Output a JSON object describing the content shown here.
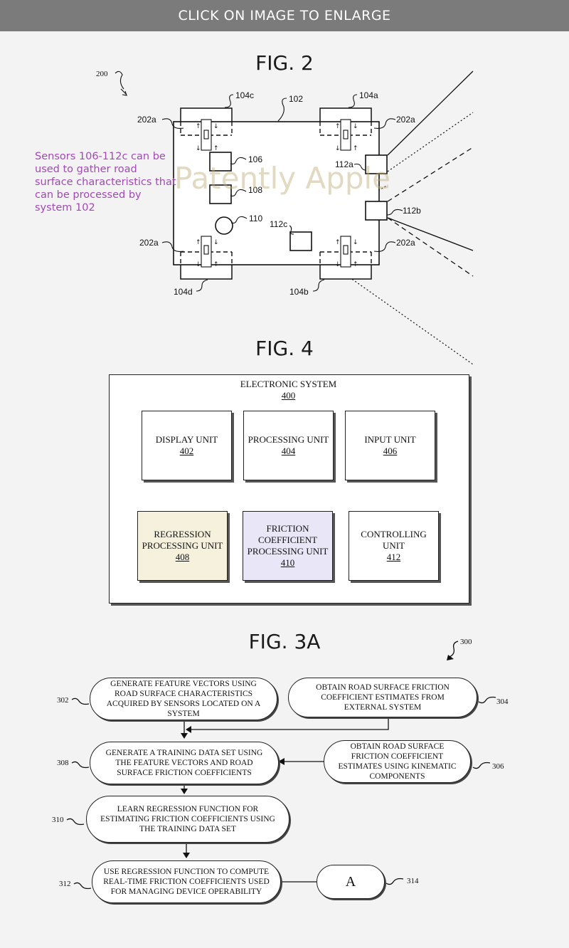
{
  "banner": {
    "text": "CLICK ON IMAGE TO ENLARGE"
  },
  "fig2": {
    "title": "FIG. 2",
    "annotation": "Sensors 106-112c can be used to gather road surface characteristics that can be processed by system 102",
    "watermark": "Patently Apple",
    "labels": {
      "l200": "200",
      "l102": "102",
      "l104a": "104a",
      "l104b": "104b",
      "l104c": "104c",
      "l104d": "104d",
      "l106": "106",
      "l108": "108",
      "l110": "110",
      "l112a": "112a",
      "l112b": "112b",
      "l112c": "112c",
      "l202a_tl": "202a",
      "l202a_tr": "202a",
      "l202a_bl": "202a",
      "l202a_br": "202a"
    }
  },
  "fig4": {
    "title": "FIG. 4",
    "system_name": "ELECTRONIC SYSTEM",
    "system_ref": "400",
    "units": [
      {
        "name": "DISPLAY UNIT",
        "ref": "402",
        "color": "#ffffff"
      },
      {
        "name": "PROCESSING UNIT",
        "ref": "404",
        "color": "#ffffff"
      },
      {
        "name": "INPUT UNIT",
        "ref": "406",
        "color": "#ffffff"
      },
      {
        "name": "REGRESSION PROCESSING UNIT",
        "ref": "408",
        "color": "#f5f1dc"
      },
      {
        "name": "FRICTION COEFFICIENT PROCESSING UNIT",
        "ref": "410",
        "color": "#e9e6f7"
      },
      {
        "name": "CONTROLLING UNIT",
        "ref": "412",
        "color": "#ffffff"
      }
    ]
  },
  "fig3a": {
    "title": "FIG. 3A",
    "ref": "300",
    "steps": [
      {
        "ref": "302",
        "text": "GENERATE FEATURE VECTORS USING ROAD SURFACE CHARACTERISTICS ACQUIRED BY SENSORS LOCATED ON A SYSTEM"
      },
      {
        "ref": "304",
        "text": "OBTAIN ROAD SURFACE FRICTION COEFFICIENT ESTIMATES FROM EXTERNAL SYSTEM"
      },
      {
        "ref": "306",
        "text": "OBTAIN ROAD SURFACE FRICTION COEFFICIENT ESTIMATES USING KINEMATIC COMPONENTS"
      },
      {
        "ref": "308",
        "text": "GENERATE A TRAINING DATA SET USING THE FEATURE VECTORS AND ROAD SURFACE FRICTION COEFFICIENTS"
      },
      {
        "ref": "310",
        "text": "LEARN REGRESSION FUNCTION FOR ESTIMATING FRICTION COEFFICIENTS USING THE TRAINING DATA SET"
      },
      {
        "ref": "312",
        "text": "USE REGRESSION FUNCTION TO COMPUTE REAL-TIME FRICTION COEFFICIENTS USED FOR MANAGING DEVICE OPERABILITY"
      },
      {
        "ref": "314",
        "text": "A"
      }
    ]
  }
}
